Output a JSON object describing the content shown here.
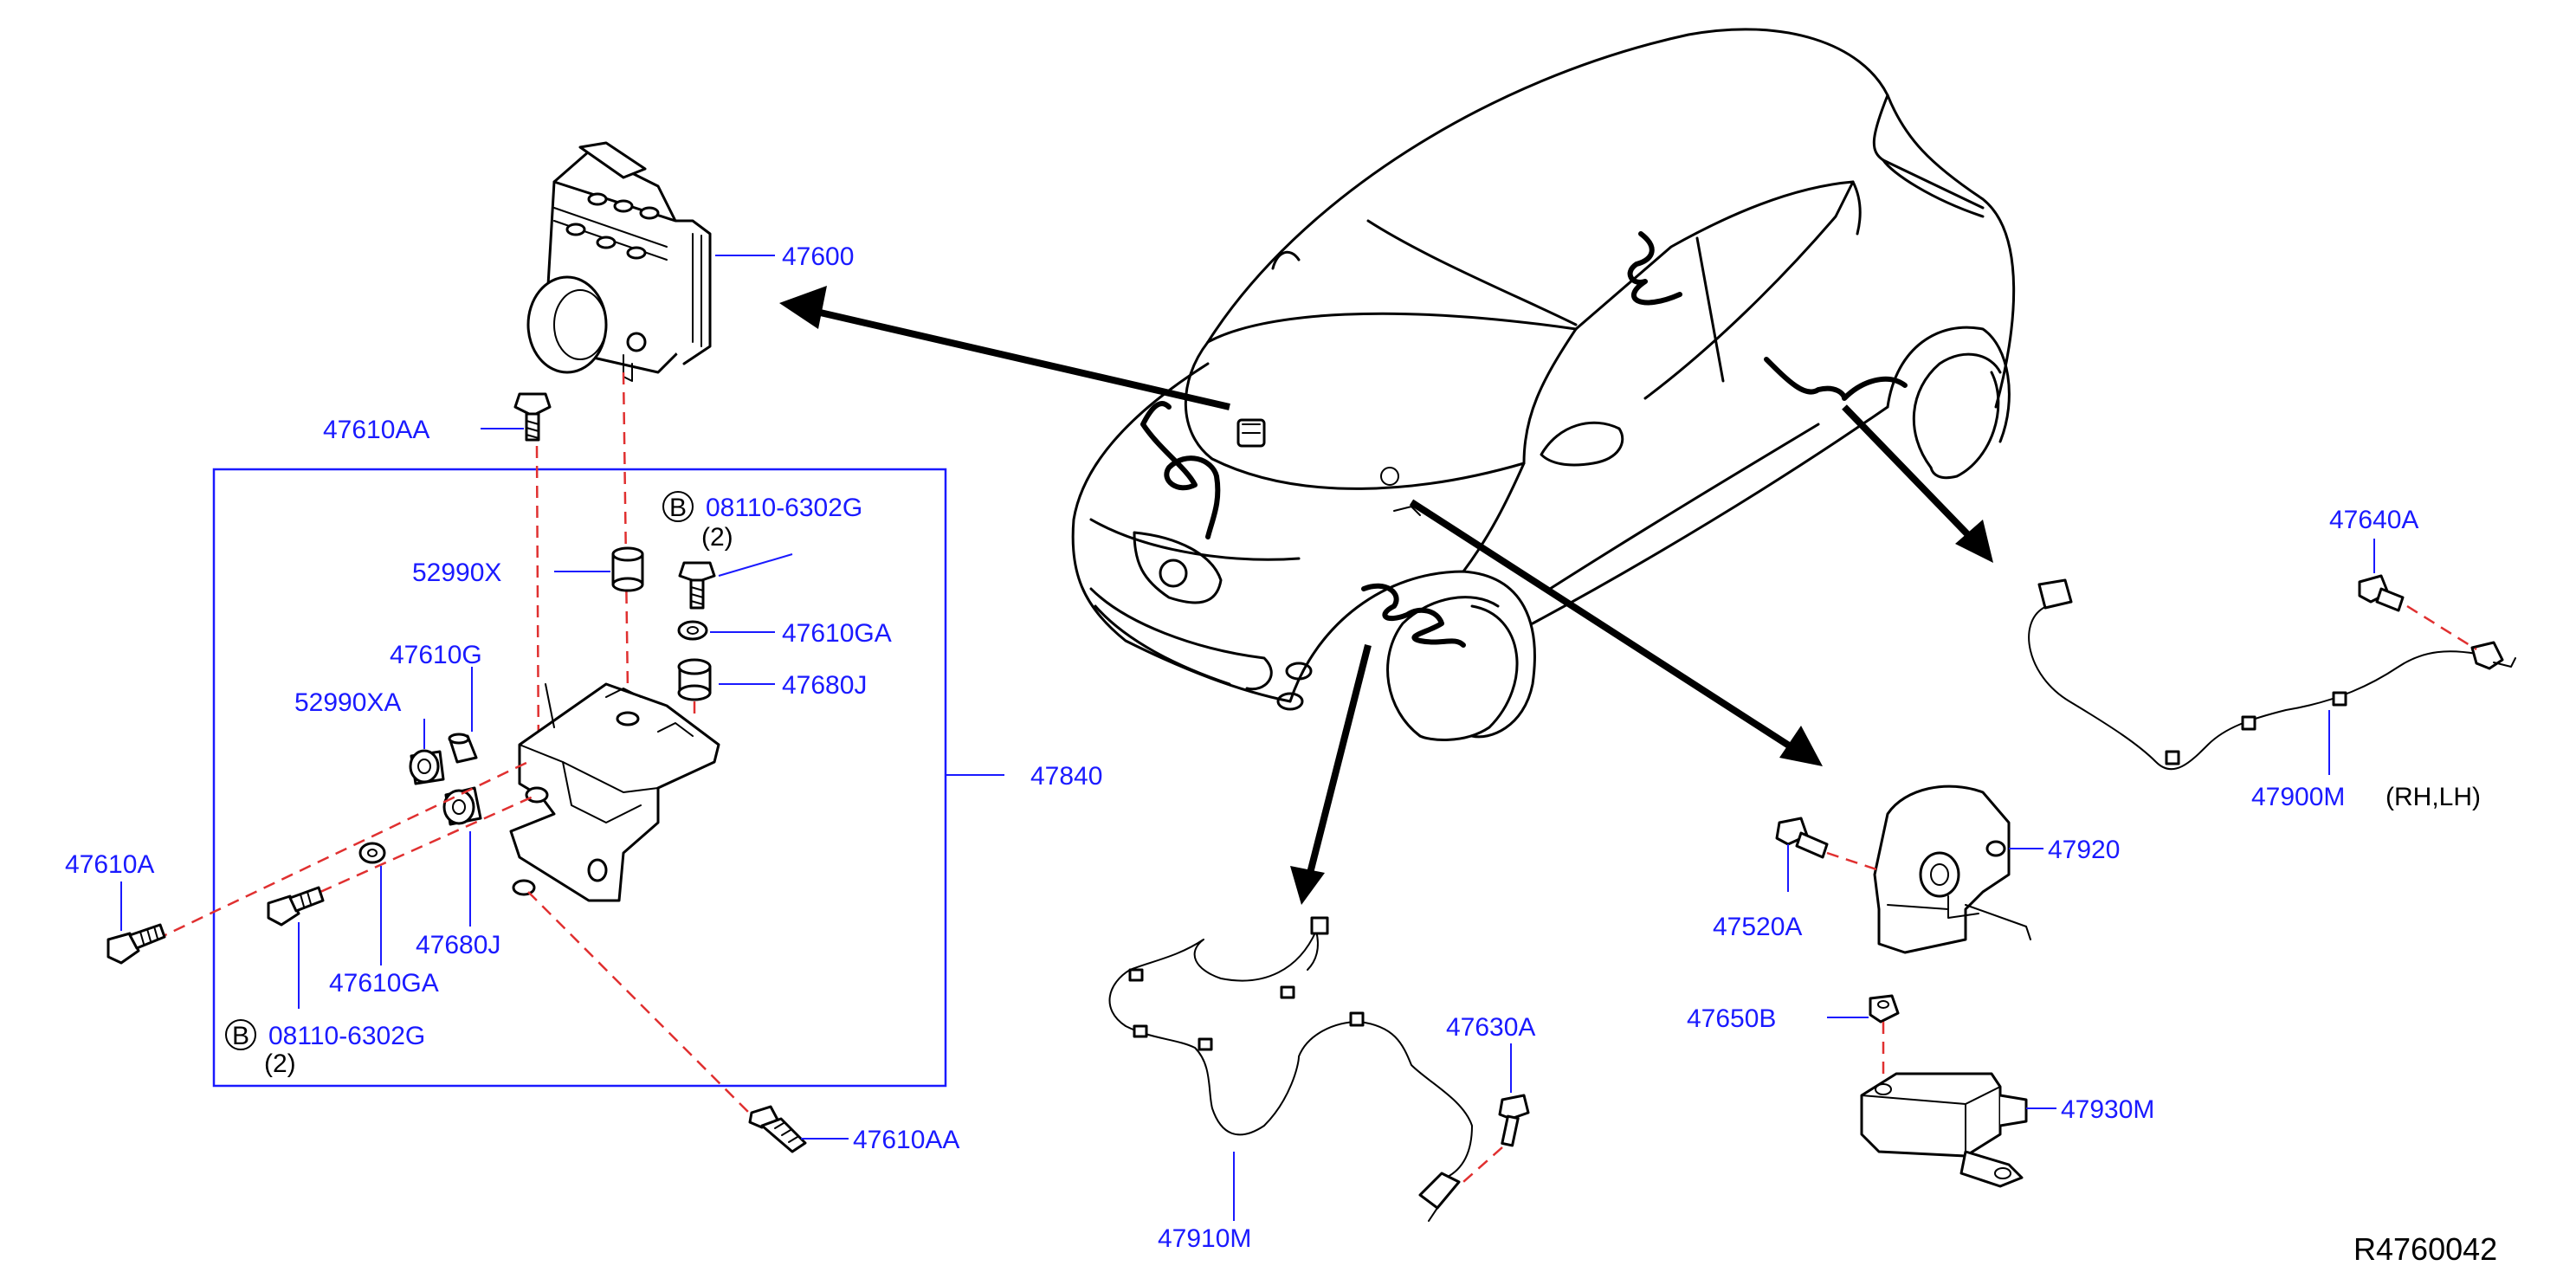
{
  "parts": {
    "p47600": "47600",
    "p47610AA_top": "47610AA",
    "p52990X": "52990X",
    "b_bolt_top": "08110-6302G",
    "b_qty_top": "(2)",
    "p47610GA_top": "47610GA",
    "p47680J_top": "47680J",
    "p47610G": "47610G",
    "p52990XA": "52990XA",
    "p47840": "47840",
    "p47610A": "47610A",
    "p47680J_bottom": "47680J",
    "p47610GA_bottom": "47610GA",
    "b_bolt_bottom": "08110-6302G",
    "b_qty_bottom": "(2)",
    "p47610AA_bottom": "47610AA",
    "p47630A": "47630A",
    "p47910M": "47910M",
    "p47640A": "47640A",
    "p47900M": "47900M",
    "rh_lh": "(RH,LH)",
    "p47920": "47920",
    "p47520A": "47520A",
    "p47650B": "47650B",
    "p47930M": "47930M"
  },
  "markers": {
    "b_symbol": "B"
  },
  "reference_code": "R4760042",
  "colors": {
    "callout": "#1a1aff",
    "centerline": "#e03030",
    "linework": "#000000"
  }
}
